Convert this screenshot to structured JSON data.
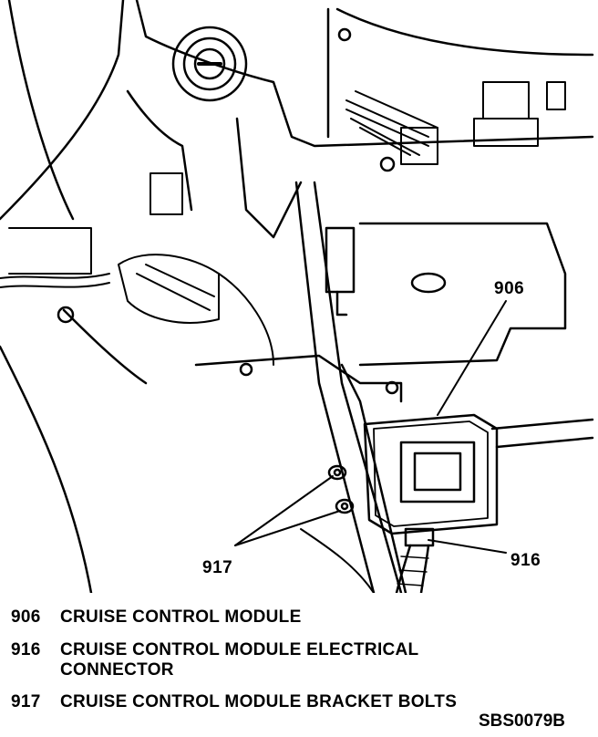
{
  "figure": {
    "id": "SBS0079B",
    "callouts": [
      {
        "number": "906",
        "target": "cruise-control-module"
      },
      {
        "number": "916",
        "target": "electrical-connector"
      },
      {
        "number": "917",
        "target": "bracket-bolts"
      }
    ]
  },
  "legend": [
    {
      "number": "906",
      "lines": [
        "CRUISE CONTROL MODULE"
      ]
    },
    {
      "number": "916",
      "lines": [
        "CRUISE CONTROL MODULE ELECTRICAL",
        "CONNECTOR"
      ]
    },
    {
      "number": "917",
      "lines": [
        "CRUISE CONTROL MODULE BRACKET BOLTS"
      ]
    }
  ],
  "colors": {
    "ink": "#000000",
    "paper": "#ffffff"
  }
}
